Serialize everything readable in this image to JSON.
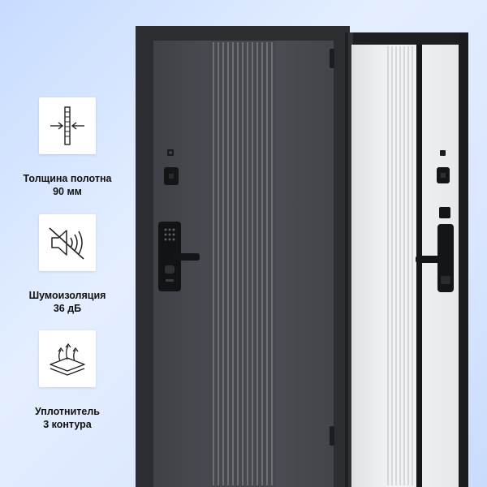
{
  "features": [
    {
      "icon": "thickness-icon",
      "title": "Толщина полотна",
      "value": "90 мм"
    },
    {
      "icon": "sound-off-icon",
      "title": "Шумоизоляция",
      "value": "36 дБ"
    },
    {
      "icon": "seal-icon",
      "title": "Уплотнитель",
      "value": "3 контура"
    }
  ],
  "colors": {
    "background": "#d3e3ff",
    "outer_door": "#4a4d53",
    "inner_panel": "#eef0f1",
    "frame": "#2a2b2e"
  }
}
